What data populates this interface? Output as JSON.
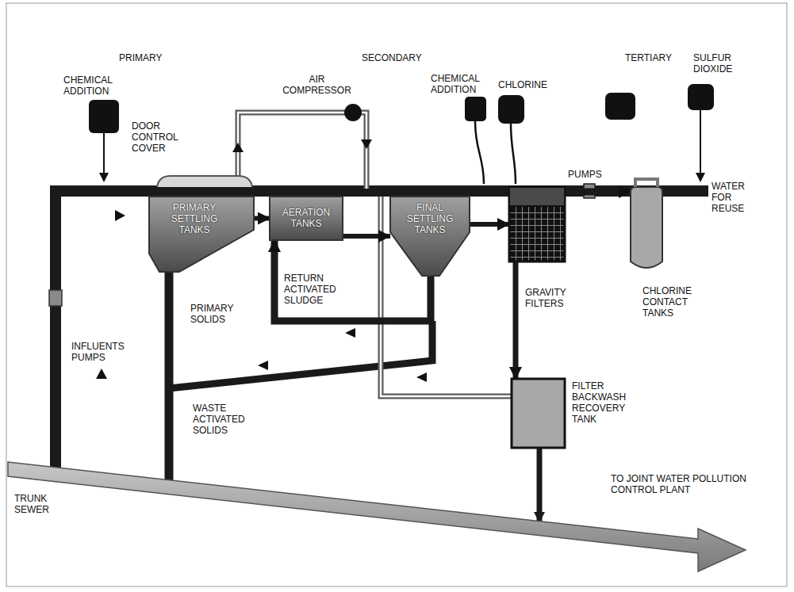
{
  "diagram": {
    "nodes": [
      {
        "text": [
          "PRIMARY SETTLING TANKS"
        ]
      },
      {
        "text": [
          "AERATION TANKS"
        ]
      },
      {
        "text": [
          "FINAL SETTLING TANKS"
        ]
      },
      {
        "text": [
          "GRAVITY FILTERS"
        ]
      },
      {
        "text": [
          "CHLORINE CONTACT TANKS"
        ]
      },
      {
        "text": [
          "FILTER BACKWASH RECOVERY TANK"
        ]
      }
    ],
    "edges": [
      {
        "from": 0,
        "to": 1,
        "arrow": "to"
      },
      {
        "from": 1,
        "to": 2,
        "arrow": "to"
      },
      {
        "from": 2,
        "to": 3,
        "arrow": "to"
      },
      {
        "from": 3,
        "to": 4,
        "arrow": "to"
      },
      {
        "from": 3,
        "to": 5,
        "arrow": "to"
      },
      {
        "from": 2,
        "to": 1,
        "arrow": "to"
      }
    ],
    "labels": [
      "PRIMARY",
      "SECONDARY",
      "TERTIARY",
      "SULFUR DIOXIDE",
      "CHEMICAL ADDITION",
      "AIR COMPRESSOR",
      "CHEMICAL ADDITION",
      "CHLORINE",
      "DOOR CONTROL COVER",
      "PUMPS",
      "WATER FOR REUSE",
      "RETURN ACTIVATED SLUDGE",
      "PRIMARY SOLIDS",
      "INFLUENTS PUMPS",
      "WASTE ACTIVATED SOLIDS",
      "TRUNK SEWER",
      "TO JOINT WATER POLLUTION CONTROL PLANT"
    ]
  }
}
